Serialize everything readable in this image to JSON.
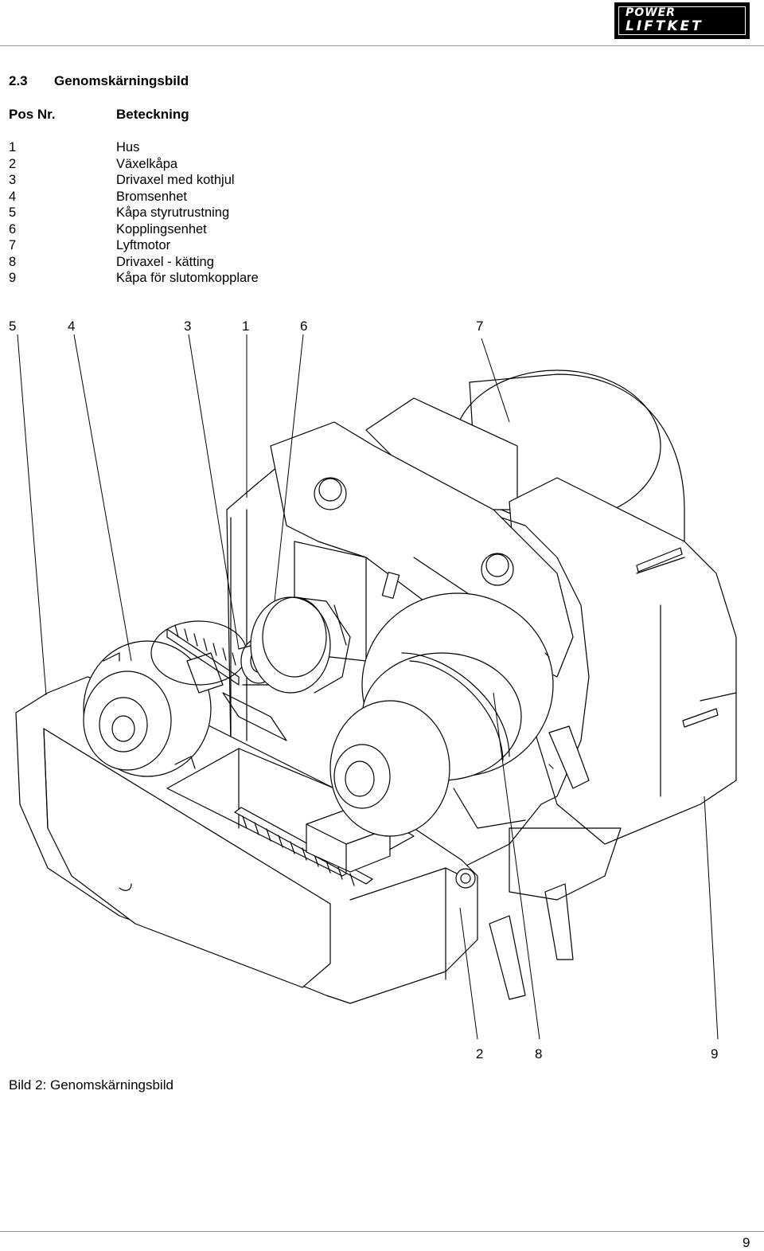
{
  "header": {
    "logo_line1": "POWER",
    "logo_line2": "LIFTKET"
  },
  "section": {
    "number": "2.3",
    "title": "Genomskärningsbild"
  },
  "table": {
    "col_pos": "Pos Nr.",
    "col_name": "Beteckning",
    "parts": [
      {
        "num": "1",
        "name": "Hus"
      },
      {
        "num": "2",
        "name": "Växelkåpa"
      },
      {
        "num": "3",
        "name": "Drivaxel med kothjul"
      },
      {
        "num": "4",
        "name": "Bromsenhet"
      },
      {
        "num": "5",
        "name": "Kåpa styrutrustning"
      },
      {
        "num": "6",
        "name": "Kopplingsenhet"
      },
      {
        "num": "7",
        "name": "Lyftmotor"
      },
      {
        "num": "8",
        "name": "Drivaxel - kätting"
      },
      {
        "num": "9",
        "name": "Kåpa för slutomkopplare"
      }
    ]
  },
  "callouts_top": [
    "5",
    "4",
    "3",
    "1",
    "6",
    "7"
  ],
  "callouts_bottom": [
    "2",
    "8",
    "9"
  ],
  "caption": "Bild 2: Genomskärningsbild",
  "page_number": "9"
}
